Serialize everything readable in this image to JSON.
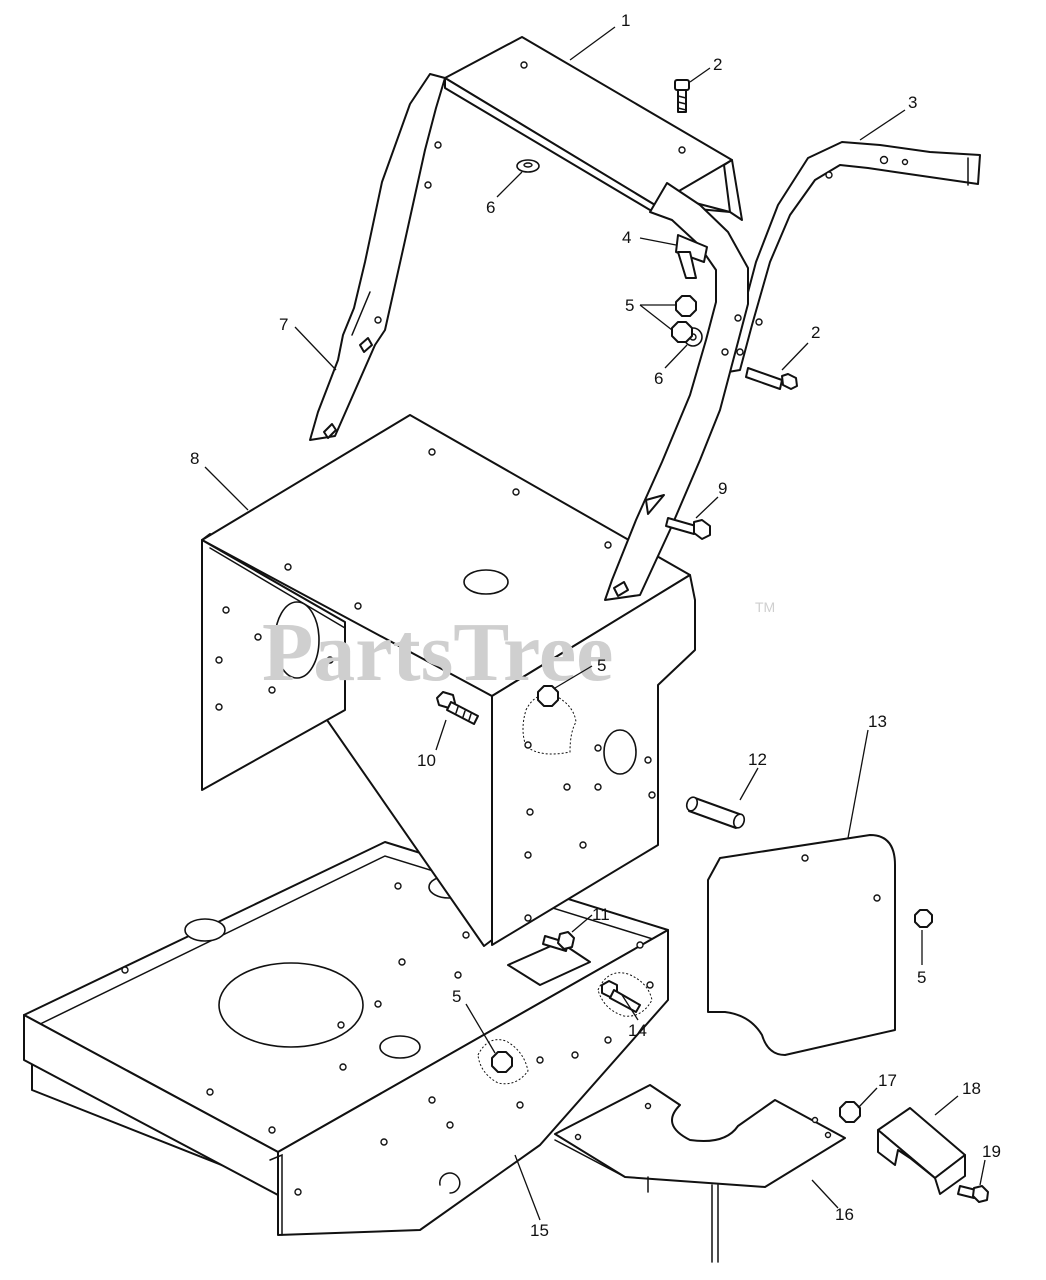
{
  "watermark": {
    "text": "PartsTree",
    "tm": "TM"
  },
  "callouts": [
    {
      "id": "c1",
      "label": "1"
    },
    {
      "id": "c2a",
      "label": "2"
    },
    {
      "id": "c2b",
      "label": "2"
    },
    {
      "id": "c3",
      "label": "3"
    },
    {
      "id": "c4",
      "label": "4"
    },
    {
      "id": "c5a",
      "label": "5"
    },
    {
      "id": "c5b",
      "label": "5"
    },
    {
      "id": "c5c",
      "label": "5"
    },
    {
      "id": "c5d",
      "label": "5"
    },
    {
      "id": "c6a",
      "label": "6"
    },
    {
      "id": "c6b",
      "label": "6"
    },
    {
      "id": "c7",
      "label": "7"
    },
    {
      "id": "c8",
      "label": "8"
    },
    {
      "id": "c9",
      "label": "9"
    },
    {
      "id": "c10",
      "label": "10"
    },
    {
      "id": "c11",
      "label": "11"
    },
    {
      "id": "c12",
      "label": "12"
    },
    {
      "id": "c13",
      "label": "13"
    },
    {
      "id": "c14",
      "label": "14"
    },
    {
      "id": "c15",
      "label": "15"
    },
    {
      "id": "c16",
      "label": "16"
    },
    {
      "id": "c17",
      "label": "17"
    },
    {
      "id": "c18",
      "label": "18"
    },
    {
      "id": "c19",
      "label": "19"
    }
  ]
}
